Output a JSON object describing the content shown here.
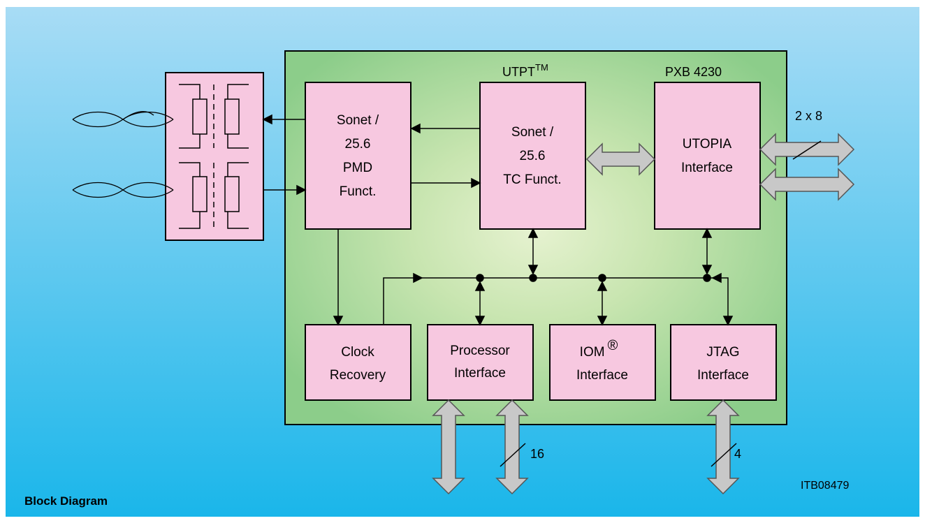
{
  "chip": {
    "product": "UTPT",
    "trademark": "TM",
    "part_number": "PXB 4230"
  },
  "blocks": {
    "pmd": [
      "Sonet /",
      "25.6",
      "PMD",
      "Funct."
    ],
    "tc": [
      "Sonet /",
      "25.6",
      "TC Funct."
    ],
    "utopia": [
      "UTOPIA",
      "Interface"
    ],
    "clock": [
      "Clock",
      "Recovery"
    ],
    "processor": [
      "Processor",
      "Interface"
    ],
    "iom": {
      "name": "IOM",
      "mark": "®",
      "line2": "Interface"
    },
    "jtag": [
      "JTAG",
      "Interface"
    ]
  },
  "bus_labels": {
    "utopia_width": "2 x 8",
    "processor_width": "16",
    "jtag_width": "4"
  },
  "caption": "Block Diagram",
  "figure_id": "ITB08479",
  "colors": {
    "background_top": "#a8dcf5",
    "background_bottom": "#1ab6ea",
    "chip_fill": "#8ccd8a",
    "block_fill": "#f7c8e0",
    "bus_arrow": "#c8c8c8"
  }
}
